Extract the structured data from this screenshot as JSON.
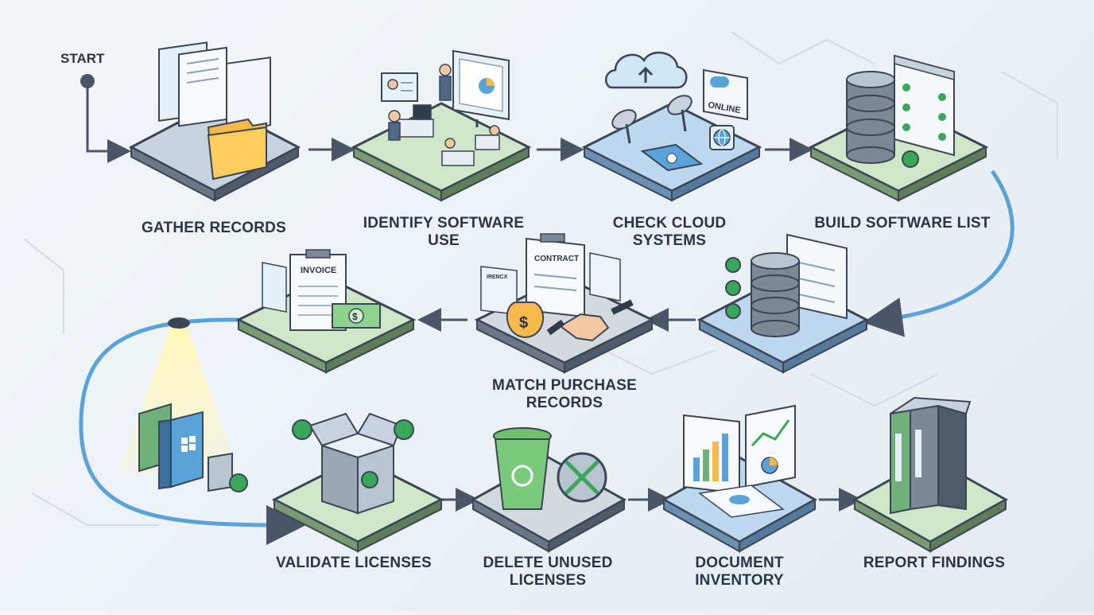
{
  "start_label": "START",
  "steps": [
    {
      "label": "GATHER RECORDS"
    },
    {
      "label": "IDENTIFY SOFTWARE USE"
    },
    {
      "label": "CHECK CLOUD SYSTEMS"
    },
    {
      "label": "BUILD SOFTWARE LIST"
    },
    {
      "label": "MATCH PURCHASE RECORDS"
    },
    {
      "label": "VALIDATE LICENSES"
    },
    {
      "label": "DELETE UNUSED LICENSES"
    },
    {
      "label": "DOCUMENT INVENTORY"
    },
    {
      "label": "REPORT FINDINGS"
    }
  ],
  "tile_text": {
    "invoice": "INVOICE",
    "contract": "CONTRACT",
    "online": "ONLINE",
    "money": "$",
    "invoice_small": "IRENCX"
  },
  "colors": {
    "tile_green": "#cfe6c8",
    "tile_blue": "#bcd7ee",
    "tile_gray": "#d3d9df",
    "tile_edge": "#3a4556",
    "arrow": "#4a5668",
    "flow_blue": "#5aa3d8",
    "check": "#3aa65a"
  }
}
